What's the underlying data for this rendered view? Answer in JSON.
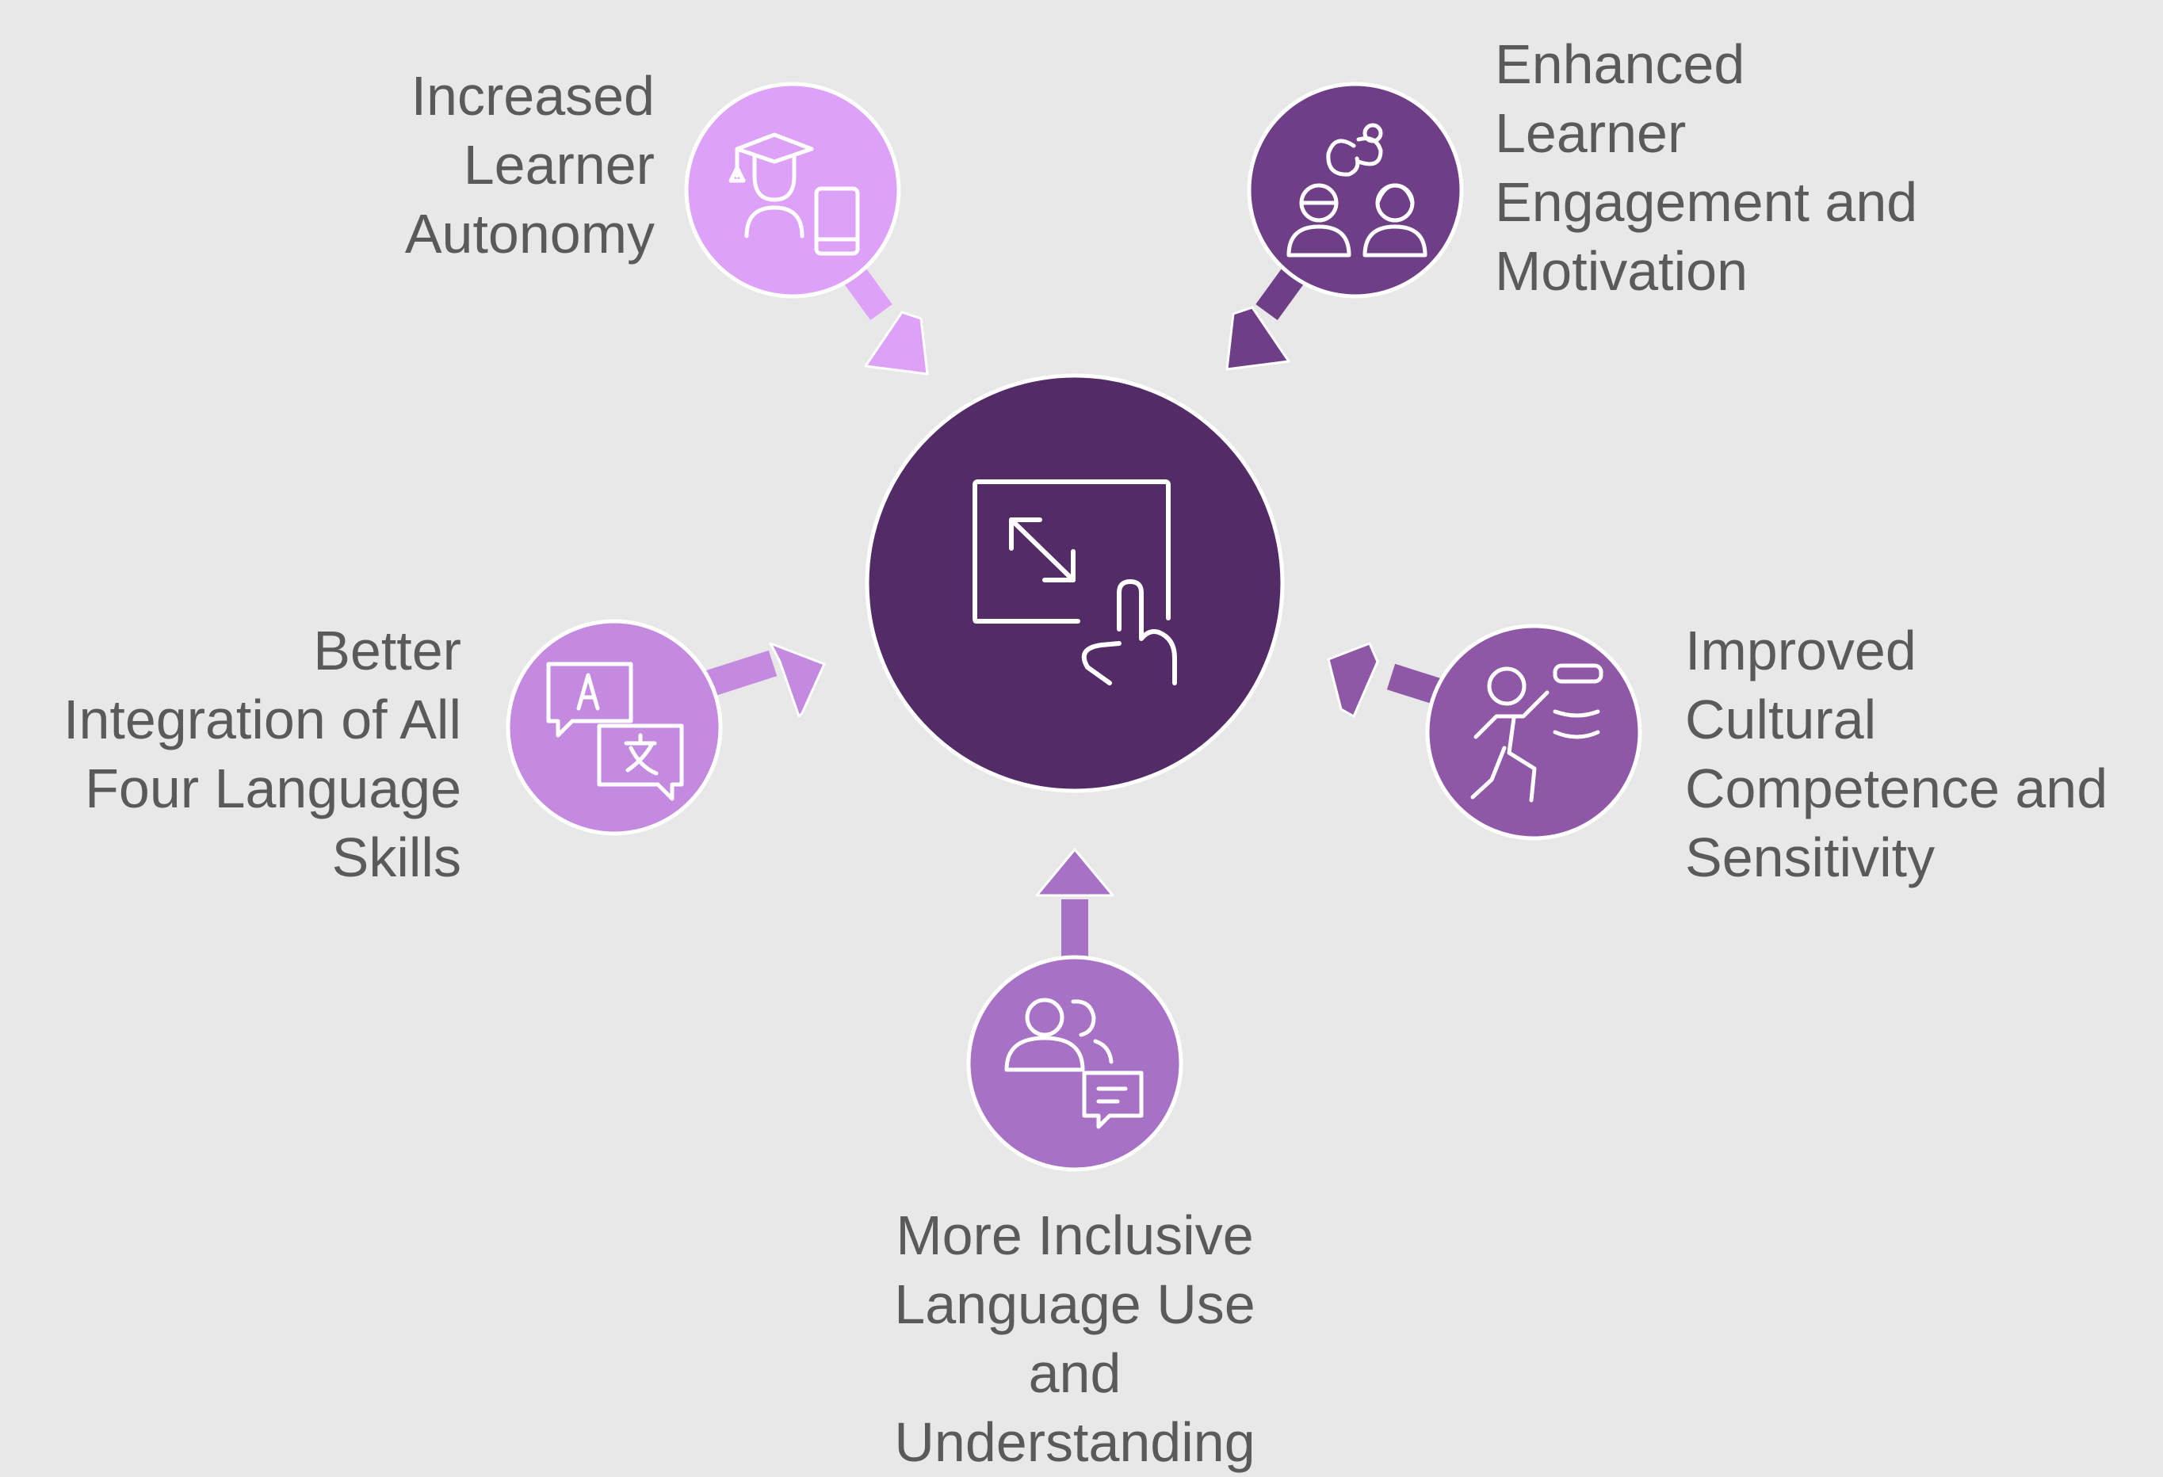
{
  "colors": {
    "background": "#e8e8e8",
    "center": "#532c67",
    "autonomy": "#dda2f7",
    "engagement": "#6e3f86",
    "cultural": "#8e58a6",
    "inclusive": "#a771c5",
    "integration": "#c48ae0",
    "text": "#5a5a5a"
  },
  "center": {
    "icon": "touchscreen-resize-icon"
  },
  "nodes": {
    "autonomy": {
      "label": "Increased\nLearner\nAutonomy",
      "icon": "graduate-mobile-icon"
    },
    "engagement": {
      "label": "Enhanced\nLearner\nEngagement and\nMotivation",
      "icon": "students-collaboration-icon"
    },
    "cultural": {
      "label": "Improved\nCultural\nCompetence and\nSensitivity",
      "icon": "running-person-icon"
    },
    "inclusive": {
      "label": "More Inclusive\nLanguage Use\nand\nUnderstanding",
      "icon": "people-chat-icon"
    },
    "integration": {
      "label": "Better\nIntegration of All\nFour Language\nSkills",
      "icon": "translation-bubbles-icon"
    }
  }
}
